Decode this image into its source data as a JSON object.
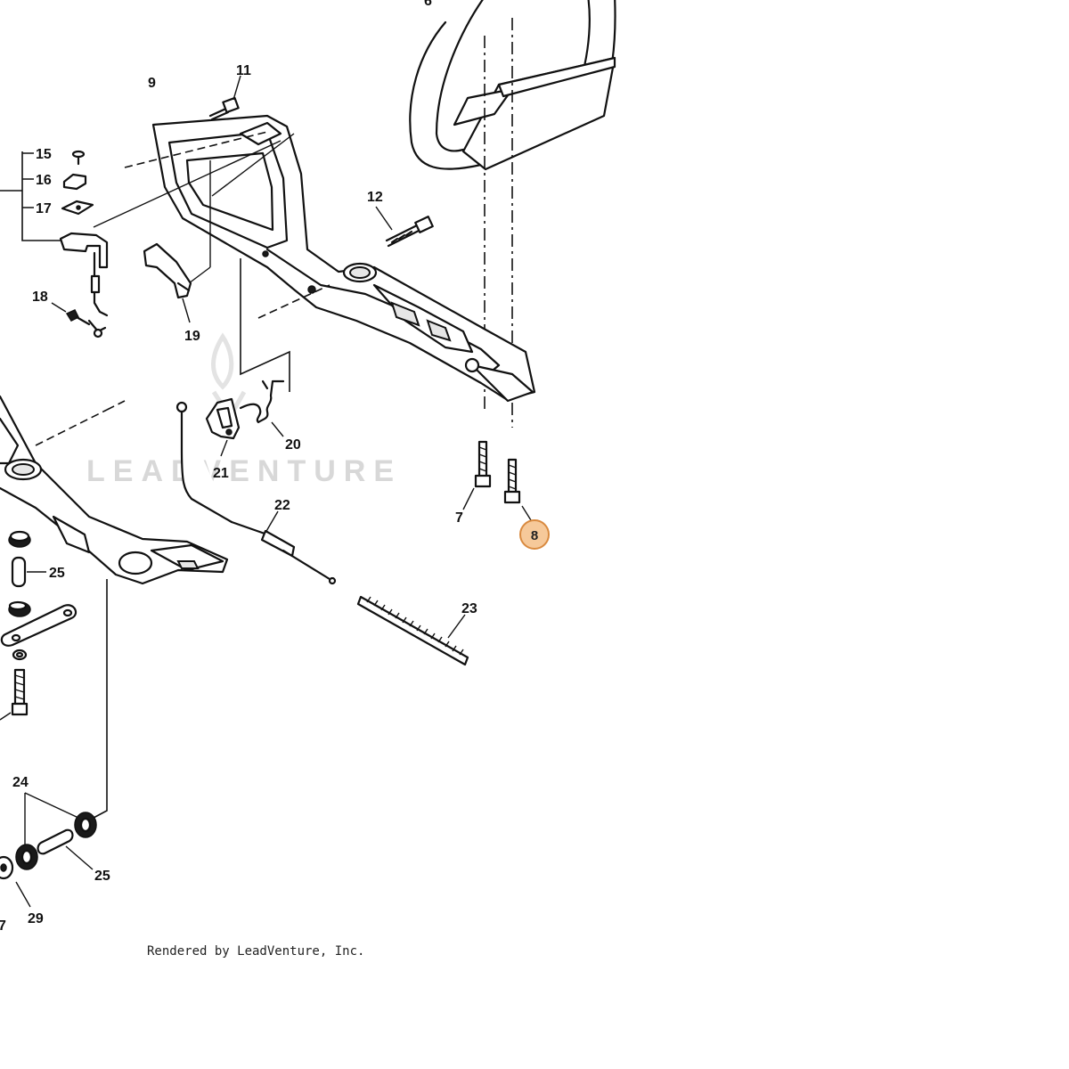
{
  "diagram": {
    "callouts": {
      "c6": "6",
      "c7": "7",
      "c8": "8",
      "c9": "9",
      "c11": "11",
      "c12": "12",
      "c15": "15",
      "c16": "16",
      "c17": "17",
      "c17b": "7",
      "c18": "18",
      "c19": "19",
      "c20": "20",
      "c21": "21",
      "c22": "22",
      "c23": "23",
      "c24": "24",
      "c25a": "25",
      "c25b": "25",
      "c29": "29"
    },
    "highlighted_part": "8",
    "highlight_color": "#f6c99a",
    "watermark": "LEADVENTURE",
    "credit": "Rendered by LeadVenture, Inc."
  }
}
